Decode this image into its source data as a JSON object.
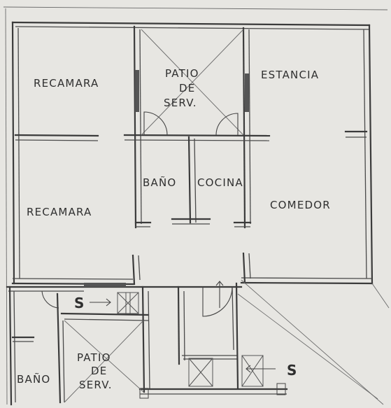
{
  "rooms": {
    "recamara_top": "RECAMARA",
    "patio_top_line1": "PATIO",
    "patio_top_line2": "DE",
    "patio_top_line3": "SERV.",
    "estancia": "ESTANCIA",
    "recamara_bottom": "RECAMARA",
    "bano_top": "BAÑO",
    "cocina": "COCINA",
    "comedor": "COMEDOR",
    "patio_bottom_line1": "PATIO",
    "patio_bottom_line2": "DE",
    "patio_bottom_line3": "SERV.",
    "bano_bottom": "BAÑO"
  },
  "stairs": {
    "left_marker": "S",
    "right_marker": "S"
  }
}
